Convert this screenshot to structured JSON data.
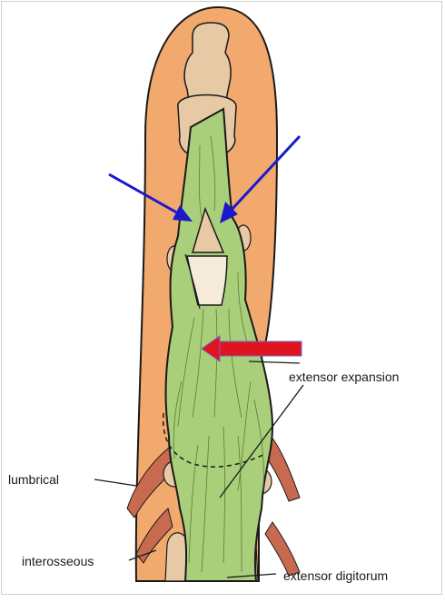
{
  "labels": {
    "extensor_expansion": "extensor expansion",
    "lumbrical": "lumbrical",
    "interosseous": "interosseous",
    "extensor_digitorum": "extensor digitorum"
  },
  "colors": {
    "skin": "#f2a96e",
    "tendon": "#a9cf7a",
    "tendon_dark": "#86b35a",
    "bone": "#e7c9a6",
    "muscle": "#c76a4f",
    "blue_arrow": "#1a1acc",
    "red_arrow": "#e0141e",
    "outline": "#1a1a1a"
  }
}
